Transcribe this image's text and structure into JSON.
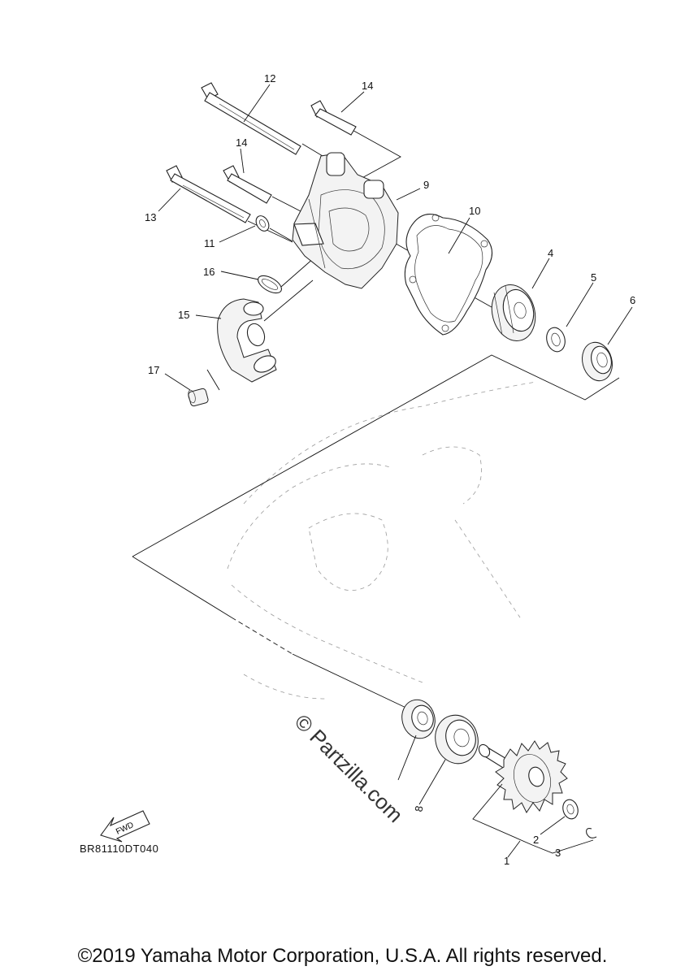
{
  "diagram": {
    "callouts": {
      "p1": "1",
      "p2": "2",
      "p3": "3",
      "p4": "4",
      "p5": "5",
      "p6": "6",
      "p8": "8",
      "p9": "9",
      "p10": "10",
      "p11": "11",
      "p12": "12",
      "p13": "13",
      "p14a": "14",
      "p14b": "14",
      "p15": "15",
      "p16": "16",
      "p17": "17"
    },
    "fwd_label": "FWD",
    "diagram_code": "BR81110DT040",
    "watermark": "© Partzilla.com"
  },
  "footer": {
    "copyright": "©2019 Yamaha Motor Corporation, U.S.A. All rights reserved."
  }
}
